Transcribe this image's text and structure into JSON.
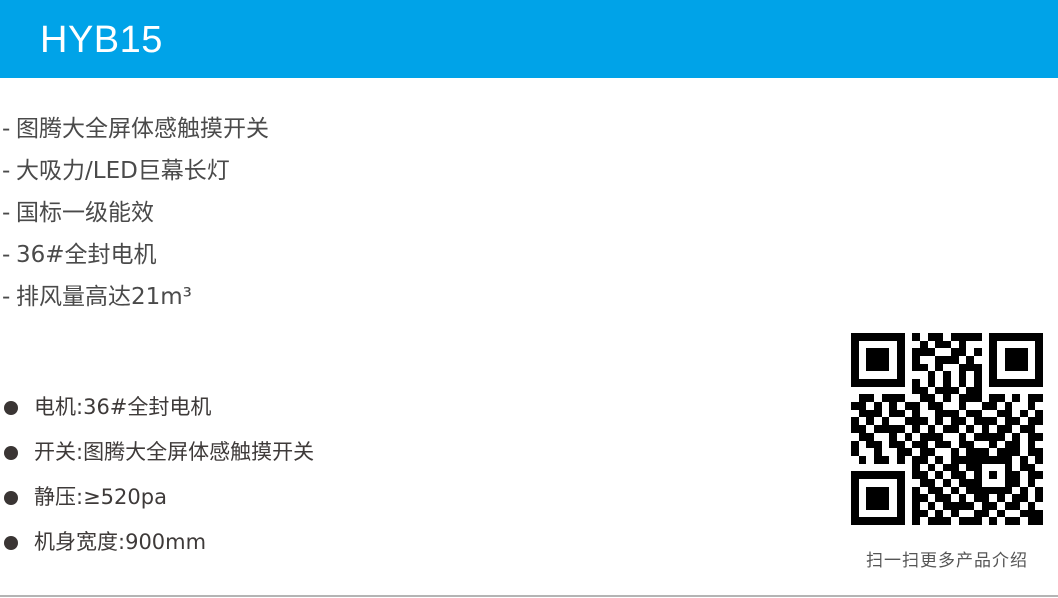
{
  "header": {
    "title": "HYB15",
    "background_color": "#00a3e8"
  },
  "features": [
    {
      "dash": "-",
      "text": "图腾大全屏体感触摸开关"
    },
    {
      "dash": "-",
      "text": "大吸力/LED巨幕长灯"
    },
    {
      "dash": "-",
      "text": "国标一级能效"
    },
    {
      "dash": "-",
      "text": "36#全封电机"
    },
    {
      "dash": "-",
      "text": "排风量高达21m³"
    }
  ],
  "specs": [
    {
      "label": "电机",
      "separator": ":",
      "value": "36#全封电机"
    },
    {
      "label": "开关",
      "separator": ":",
      "value": "图腾大全屏体感触摸开关"
    },
    {
      "label": "静压",
      "separator": ":",
      "value": "≥520pa"
    },
    {
      "label": "机身宽度",
      "separator": ":",
      "value": "900mm"
    }
  ],
  "qr": {
    "icon": "qr-code-icon",
    "caption": "扫一扫更多产品介绍"
  }
}
